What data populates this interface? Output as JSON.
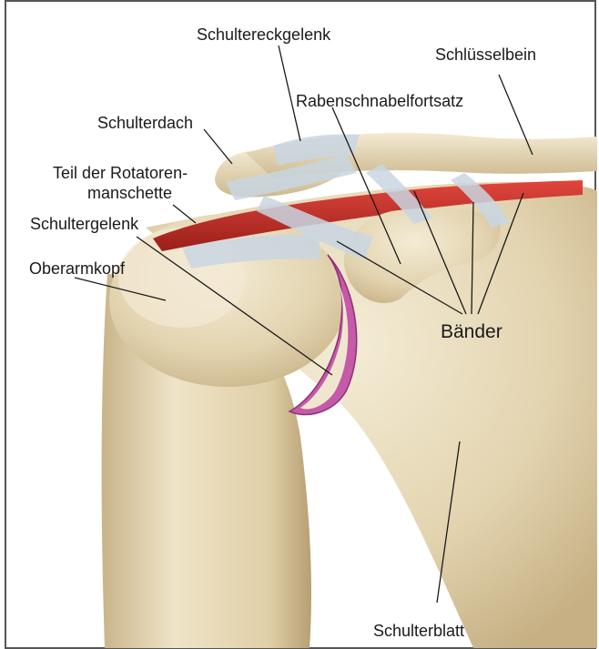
{
  "labels": {
    "schultereckgelenk": "Schultereckgelenk",
    "schluesselbein": "Schlüsselbein",
    "rabenschnabelfortsatz": "Rabenschnabelfortsatz",
    "schulterdach": "Schulterdach",
    "rotatoren_line1": "Teil der Rotatoren-",
    "rotatoren_line2": "manschette",
    "schultergelenk": "Schultergelenk",
    "oberarmkopf": "Oberarmkopf",
    "baender": "Bänder",
    "schulterblatt": "Schulterblatt"
  },
  "colors": {
    "bone": "#e8dcc0",
    "bone_shadow": "#b8a27a",
    "ligament": "#c9d6e2",
    "muscle": "#c8302a",
    "cartilage": "#c45aa8",
    "frame": "#555555",
    "background": "#ffffff"
  }
}
